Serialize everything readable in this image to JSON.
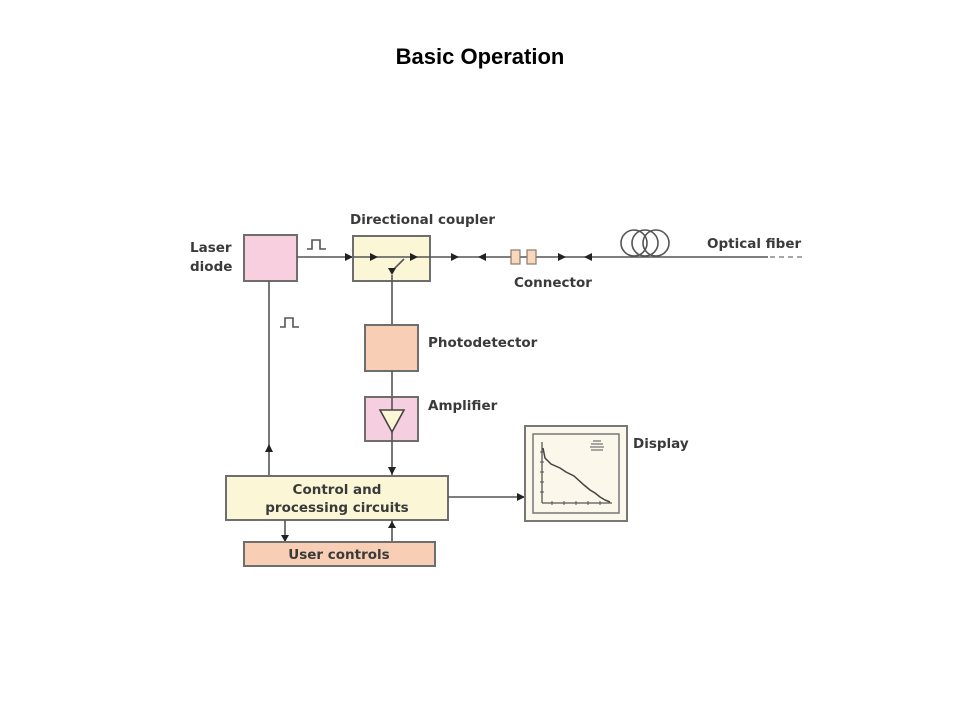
{
  "title": "Basic Operation",
  "diagram": {
    "labels": {
      "laser_diode_line1": "Laser",
      "laser_diode_line2": "diode",
      "directional_coupler": "Directional coupler",
      "connector": "Connector",
      "optical_fiber": "Optical fiber",
      "photodetector": "Photodetector",
      "amplifier": "Amplifier",
      "display": "Display",
      "control_line1": "Control and",
      "control_line2": "processing circuits",
      "user_controls": "User controls"
    },
    "colors": {
      "laser_diode": "#f7cfdf",
      "coupler": "#fbf7d6",
      "photodetector": "#f8cfb5",
      "amplifier": "#f5cfe0",
      "amplifier_triangle": "#fbf7d6",
      "control": "#fbf7d6",
      "user_controls": "#f8cfb5",
      "display": "#fbf7ea"
    }
  }
}
